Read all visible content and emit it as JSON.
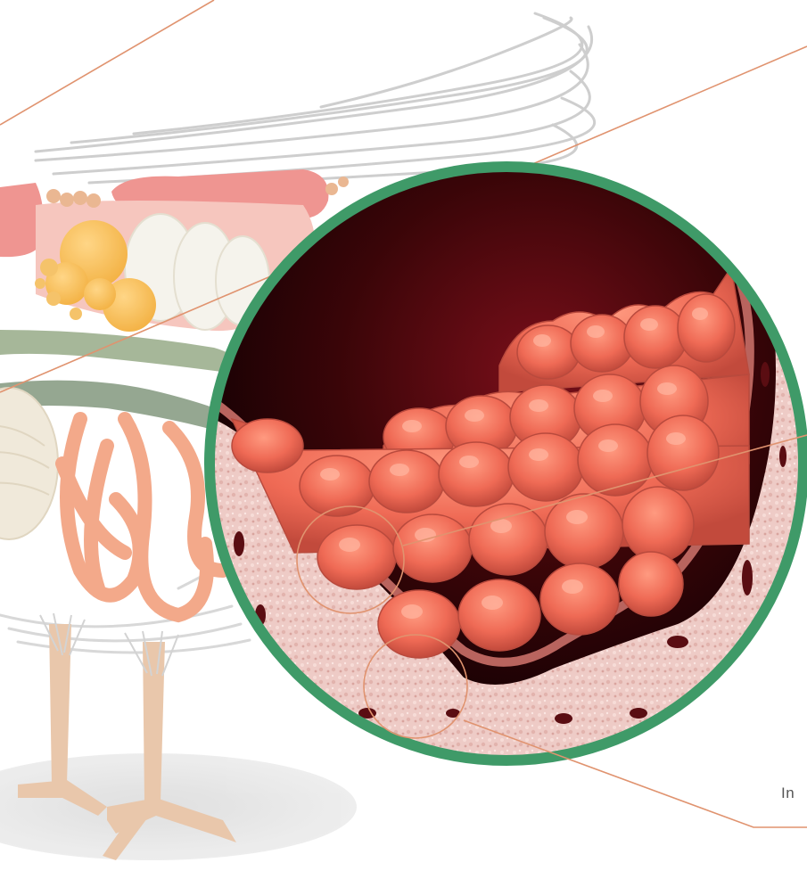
{
  "labels": {
    "bottom_right": "In"
  },
  "colors": {
    "callout_line": "#e0936f",
    "magnifier_ring": "#3f9a68",
    "villi_orange": "#ef6a55",
    "tissue_pink": "#eecbc6",
    "lumen_dark": "#3a0508",
    "organ_yellow": "#f7b745",
    "intestine_green": "#8a9e86",
    "feather_gray": "#c8c8c8",
    "leg_tan": "#e7c2a3"
  },
  "icons": {
    "anatomy": "chicken-digestive-system-illustration",
    "magnifier": "magnified-intestine-villi-view"
  }
}
